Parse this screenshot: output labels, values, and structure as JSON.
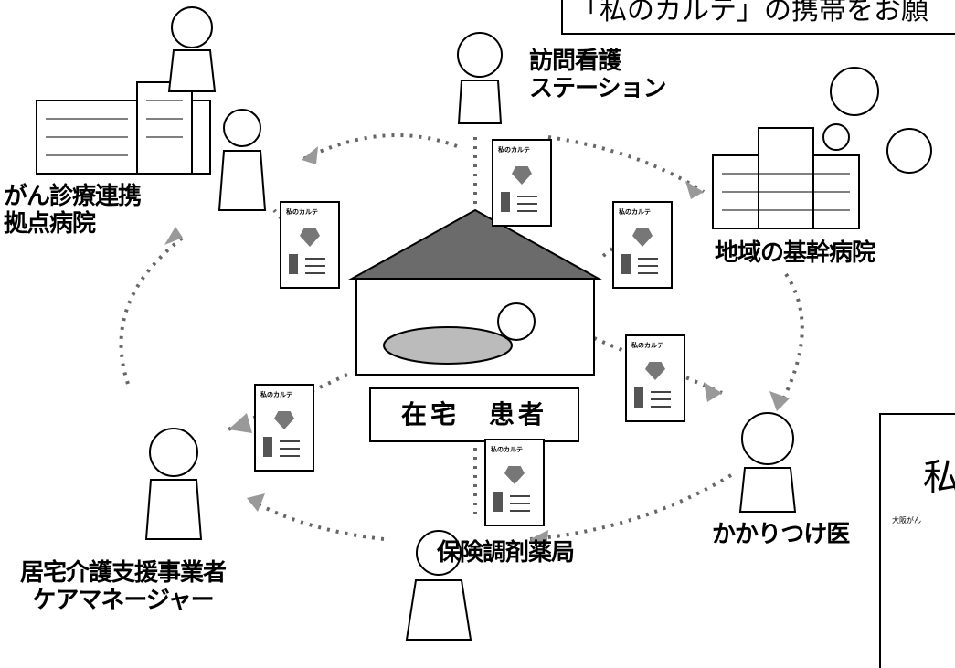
{
  "banner_text": "「私のカルテ」の携帯をお願",
  "nodes": {
    "visiting_nurse": "訪問看護\nステーション",
    "cancer_hospital": "がん診療連携\n拠点病院",
    "regional_hospital": "地域の基幹病院",
    "family_doctor": "かかりつけ医",
    "pharmacy": "保険調剤薬局",
    "care_manager": "居宅介護支援事業者\nケアマネージャー"
  },
  "patient_label": "在宅　患者",
  "card_title": "私のカルテ",
  "doc_preview": {
    "title": "私",
    "subtitle": "大阪がん"
  }
}
